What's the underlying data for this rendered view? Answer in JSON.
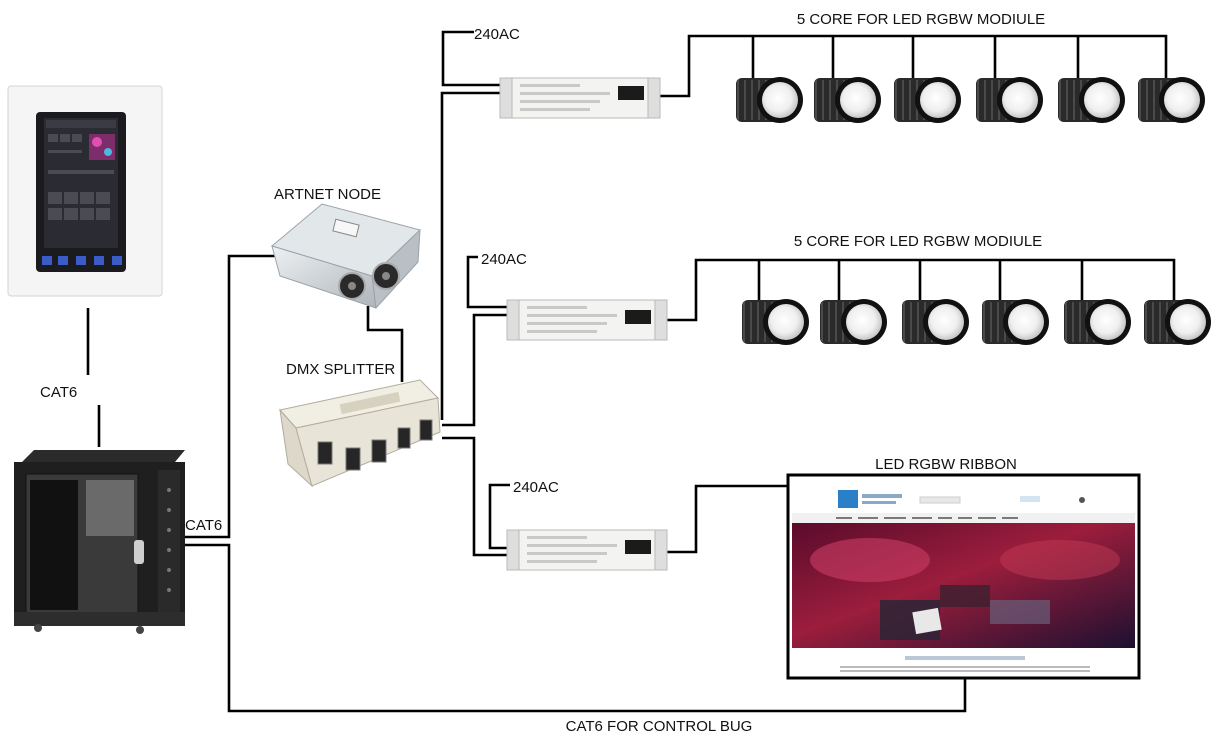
{
  "labels": {
    "cat6_panel": "CAT6",
    "cat6_rack": "CAT6",
    "artnet_node": "ARTNET NODE",
    "dmx_splitter": "DMX SPLITTER",
    "ac_top": "240AC",
    "ac_mid": "240AC",
    "ac_bottom": "240AC",
    "led_row_top": "5 CORE FOR LED RGBW MODIULE",
    "led_row_mid": "5 CORE FOR LED RGBW MODIULE",
    "ribbon": "LED RGBW RIBBON",
    "control_bug": "CAT6 FOR CONTROL BUG"
  },
  "colors": {
    "wire": "#000000",
    "panel_frame": "#f4f4f4",
    "panel_screen": "#1b1b20",
    "rack_body": "#1e1e1e",
    "led_heatsink": "#2a2a2a",
    "driver_body": "#f2f2f0",
    "artnet_body": "#cfd4d8",
    "splitter_body": "#ece8dc"
  },
  "icons": {
    "panel": "wall-touch-panel-icon",
    "rack": "network-rack-icon",
    "artnet": "artnet-node-icon",
    "splitter": "dmx-splitter-icon",
    "driver": "led-driver-icon",
    "led": "led-module-icon",
    "ribbon": "website-screenshot-icon"
  }
}
